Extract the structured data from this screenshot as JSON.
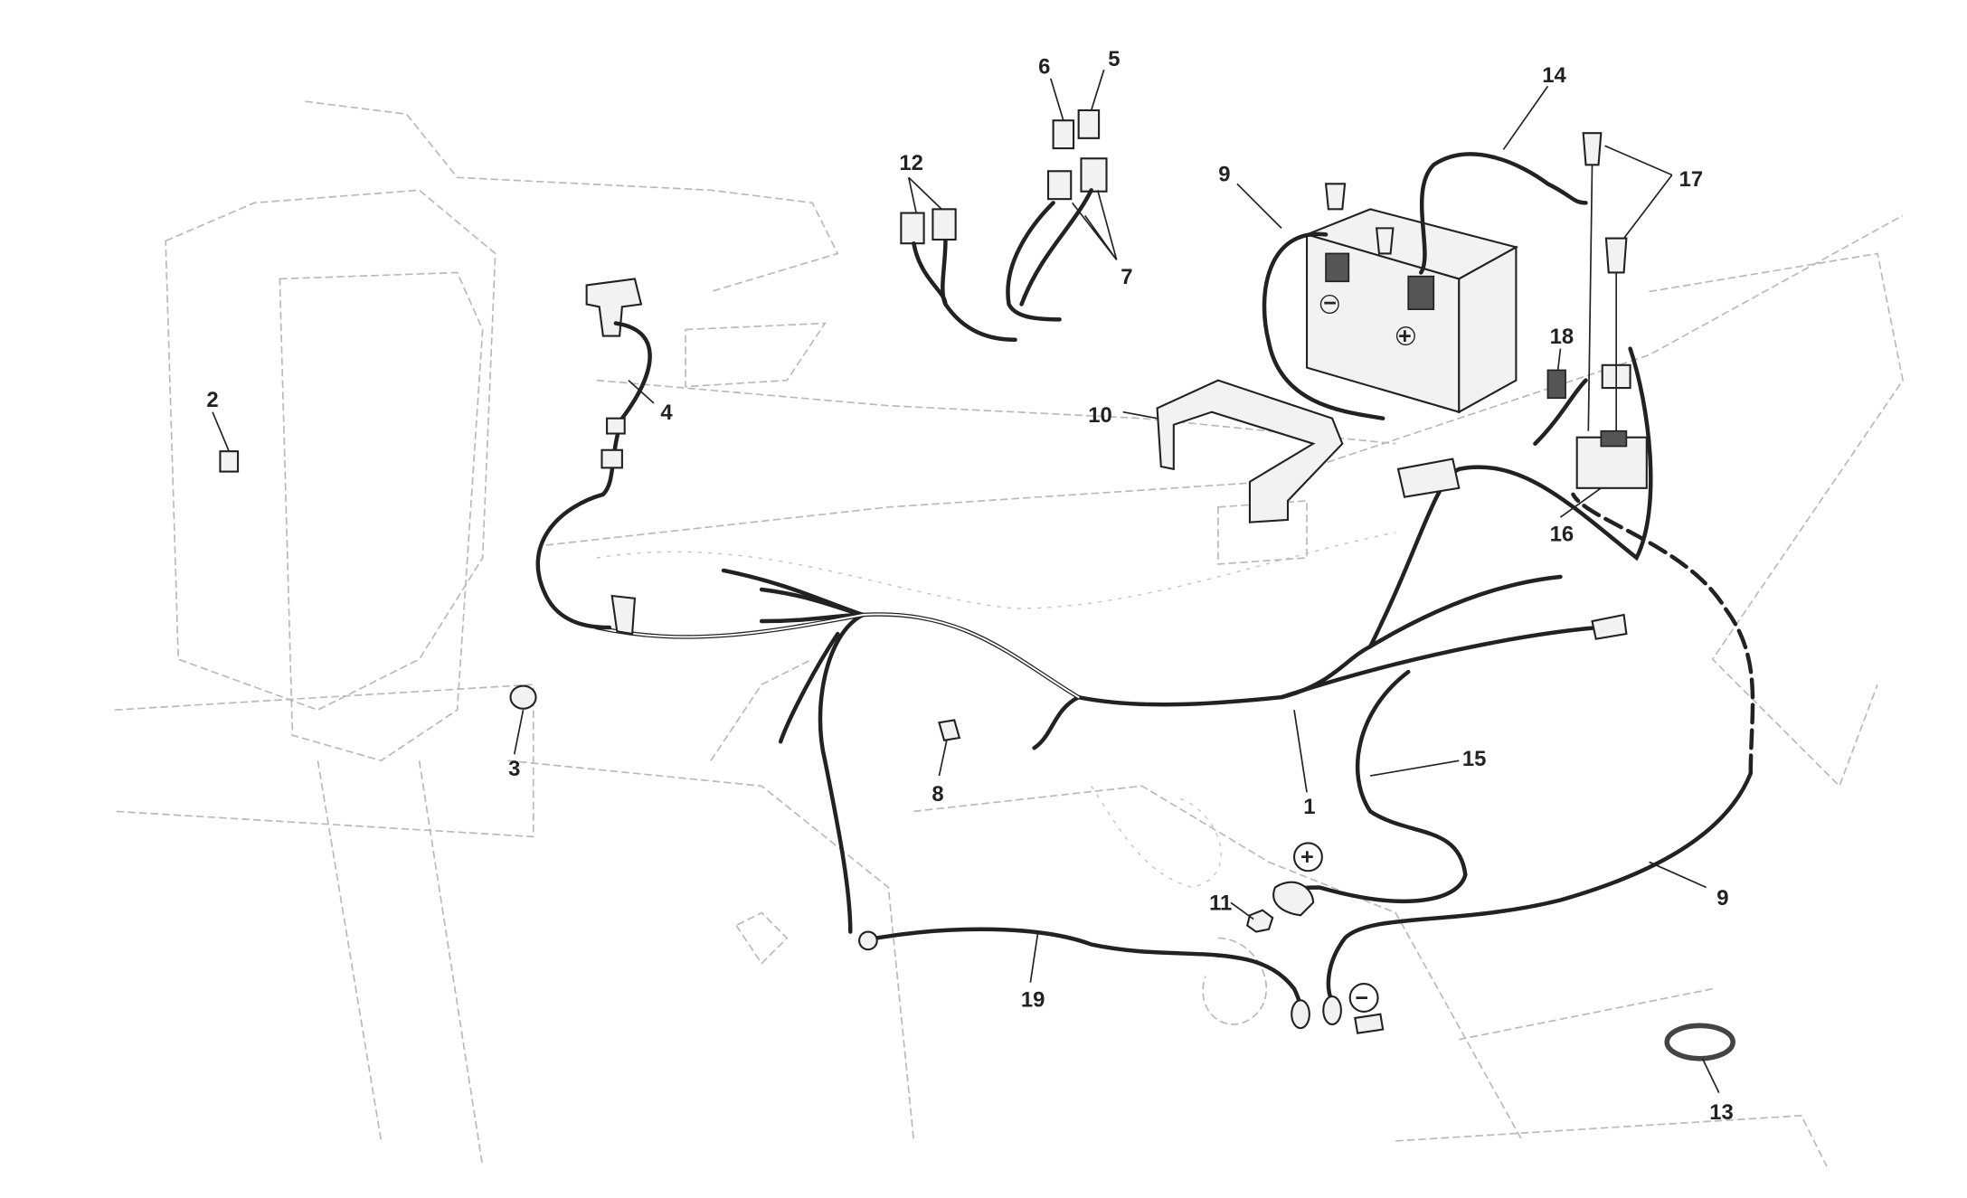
{
  "diagram": {
    "title": "Battery and electrical wiring harness exploded parts diagram",
    "callouts": [
      {
        "id": "1",
        "label": "1"
      },
      {
        "id": "2",
        "label": "2"
      },
      {
        "id": "3",
        "label": "3"
      },
      {
        "id": "4",
        "label": "4"
      },
      {
        "id": "5",
        "label": "5"
      },
      {
        "id": "6",
        "label": "6"
      },
      {
        "id": "7",
        "label": "7"
      },
      {
        "id": "8",
        "label": "8"
      },
      {
        "id": "9a",
        "label": "9"
      },
      {
        "id": "9b",
        "label": "9"
      },
      {
        "id": "10",
        "label": "10"
      },
      {
        "id": "11",
        "label": "11"
      },
      {
        "id": "12",
        "label": "12"
      },
      {
        "id": "13",
        "label": "13"
      },
      {
        "id": "14",
        "label": "14"
      },
      {
        "id": "15",
        "label": "15"
      },
      {
        "id": "16",
        "label": "16"
      },
      {
        "id": "17",
        "label": "17"
      },
      {
        "id": "18",
        "label": "18"
      },
      {
        "id": "19",
        "label": "19"
      }
    ],
    "symbols": {
      "positive": "+",
      "negative": "−",
      "battery_pos": "+",
      "battery_neg": "−"
    }
  }
}
